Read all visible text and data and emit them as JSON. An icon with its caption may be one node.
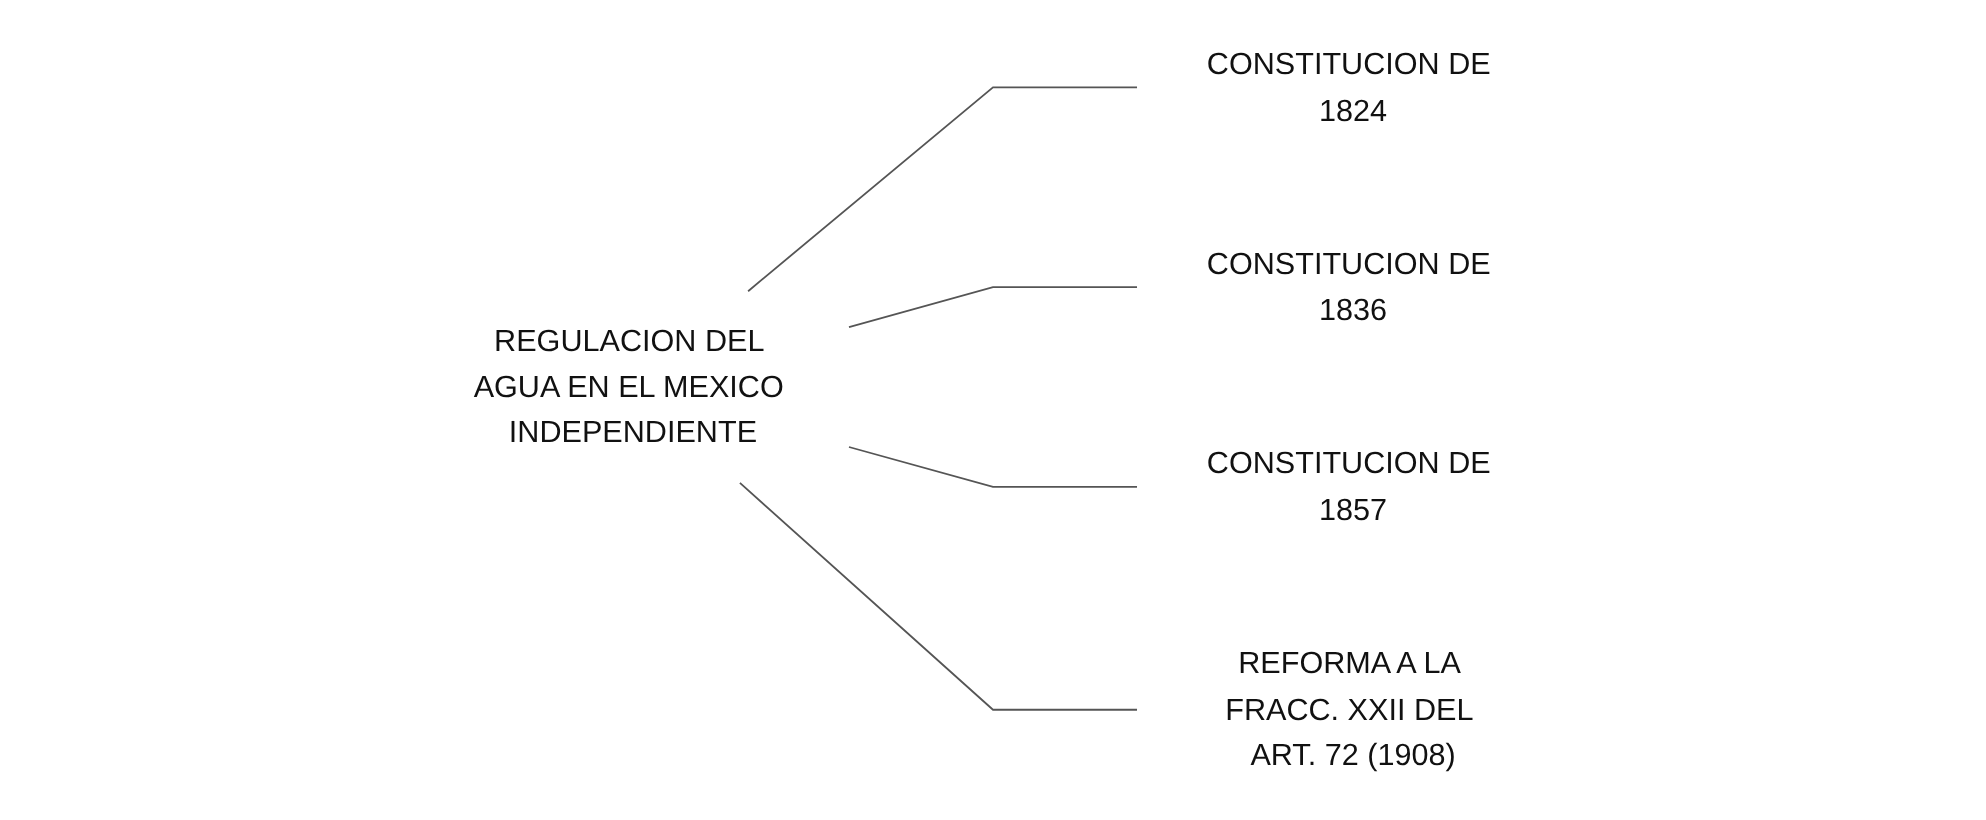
{
  "diagram": {
    "nodes": [
      {
        "text": [
          "REGULACION DEL AGUA EN EL MEXICO INDEPENDIENTE"
        ]
      },
      {
        "text": [
          "CONSTITUCION DE 1824"
        ]
      },
      {
        "text": [
          "CONSTITUCION DE 1836"
        ]
      },
      {
        "text": [
          "CONSTITUCION DE 1857"
        ]
      },
      {
        "text": [
          "REFORMA A LA FRACC. XXII DEL ART. 72 (1908)"
        ]
      }
    ],
    "edges": [
      {
        "from": 0,
        "to": 1,
        "arrow": "none"
      },
      {
        "from": 0,
        "to": 2,
        "arrow": "none"
      },
      {
        "from": 0,
        "to": 3,
        "arrow": "none"
      },
      {
        "from": 0,
        "to": 4,
        "arrow": "none"
      }
    ]
  }
}
